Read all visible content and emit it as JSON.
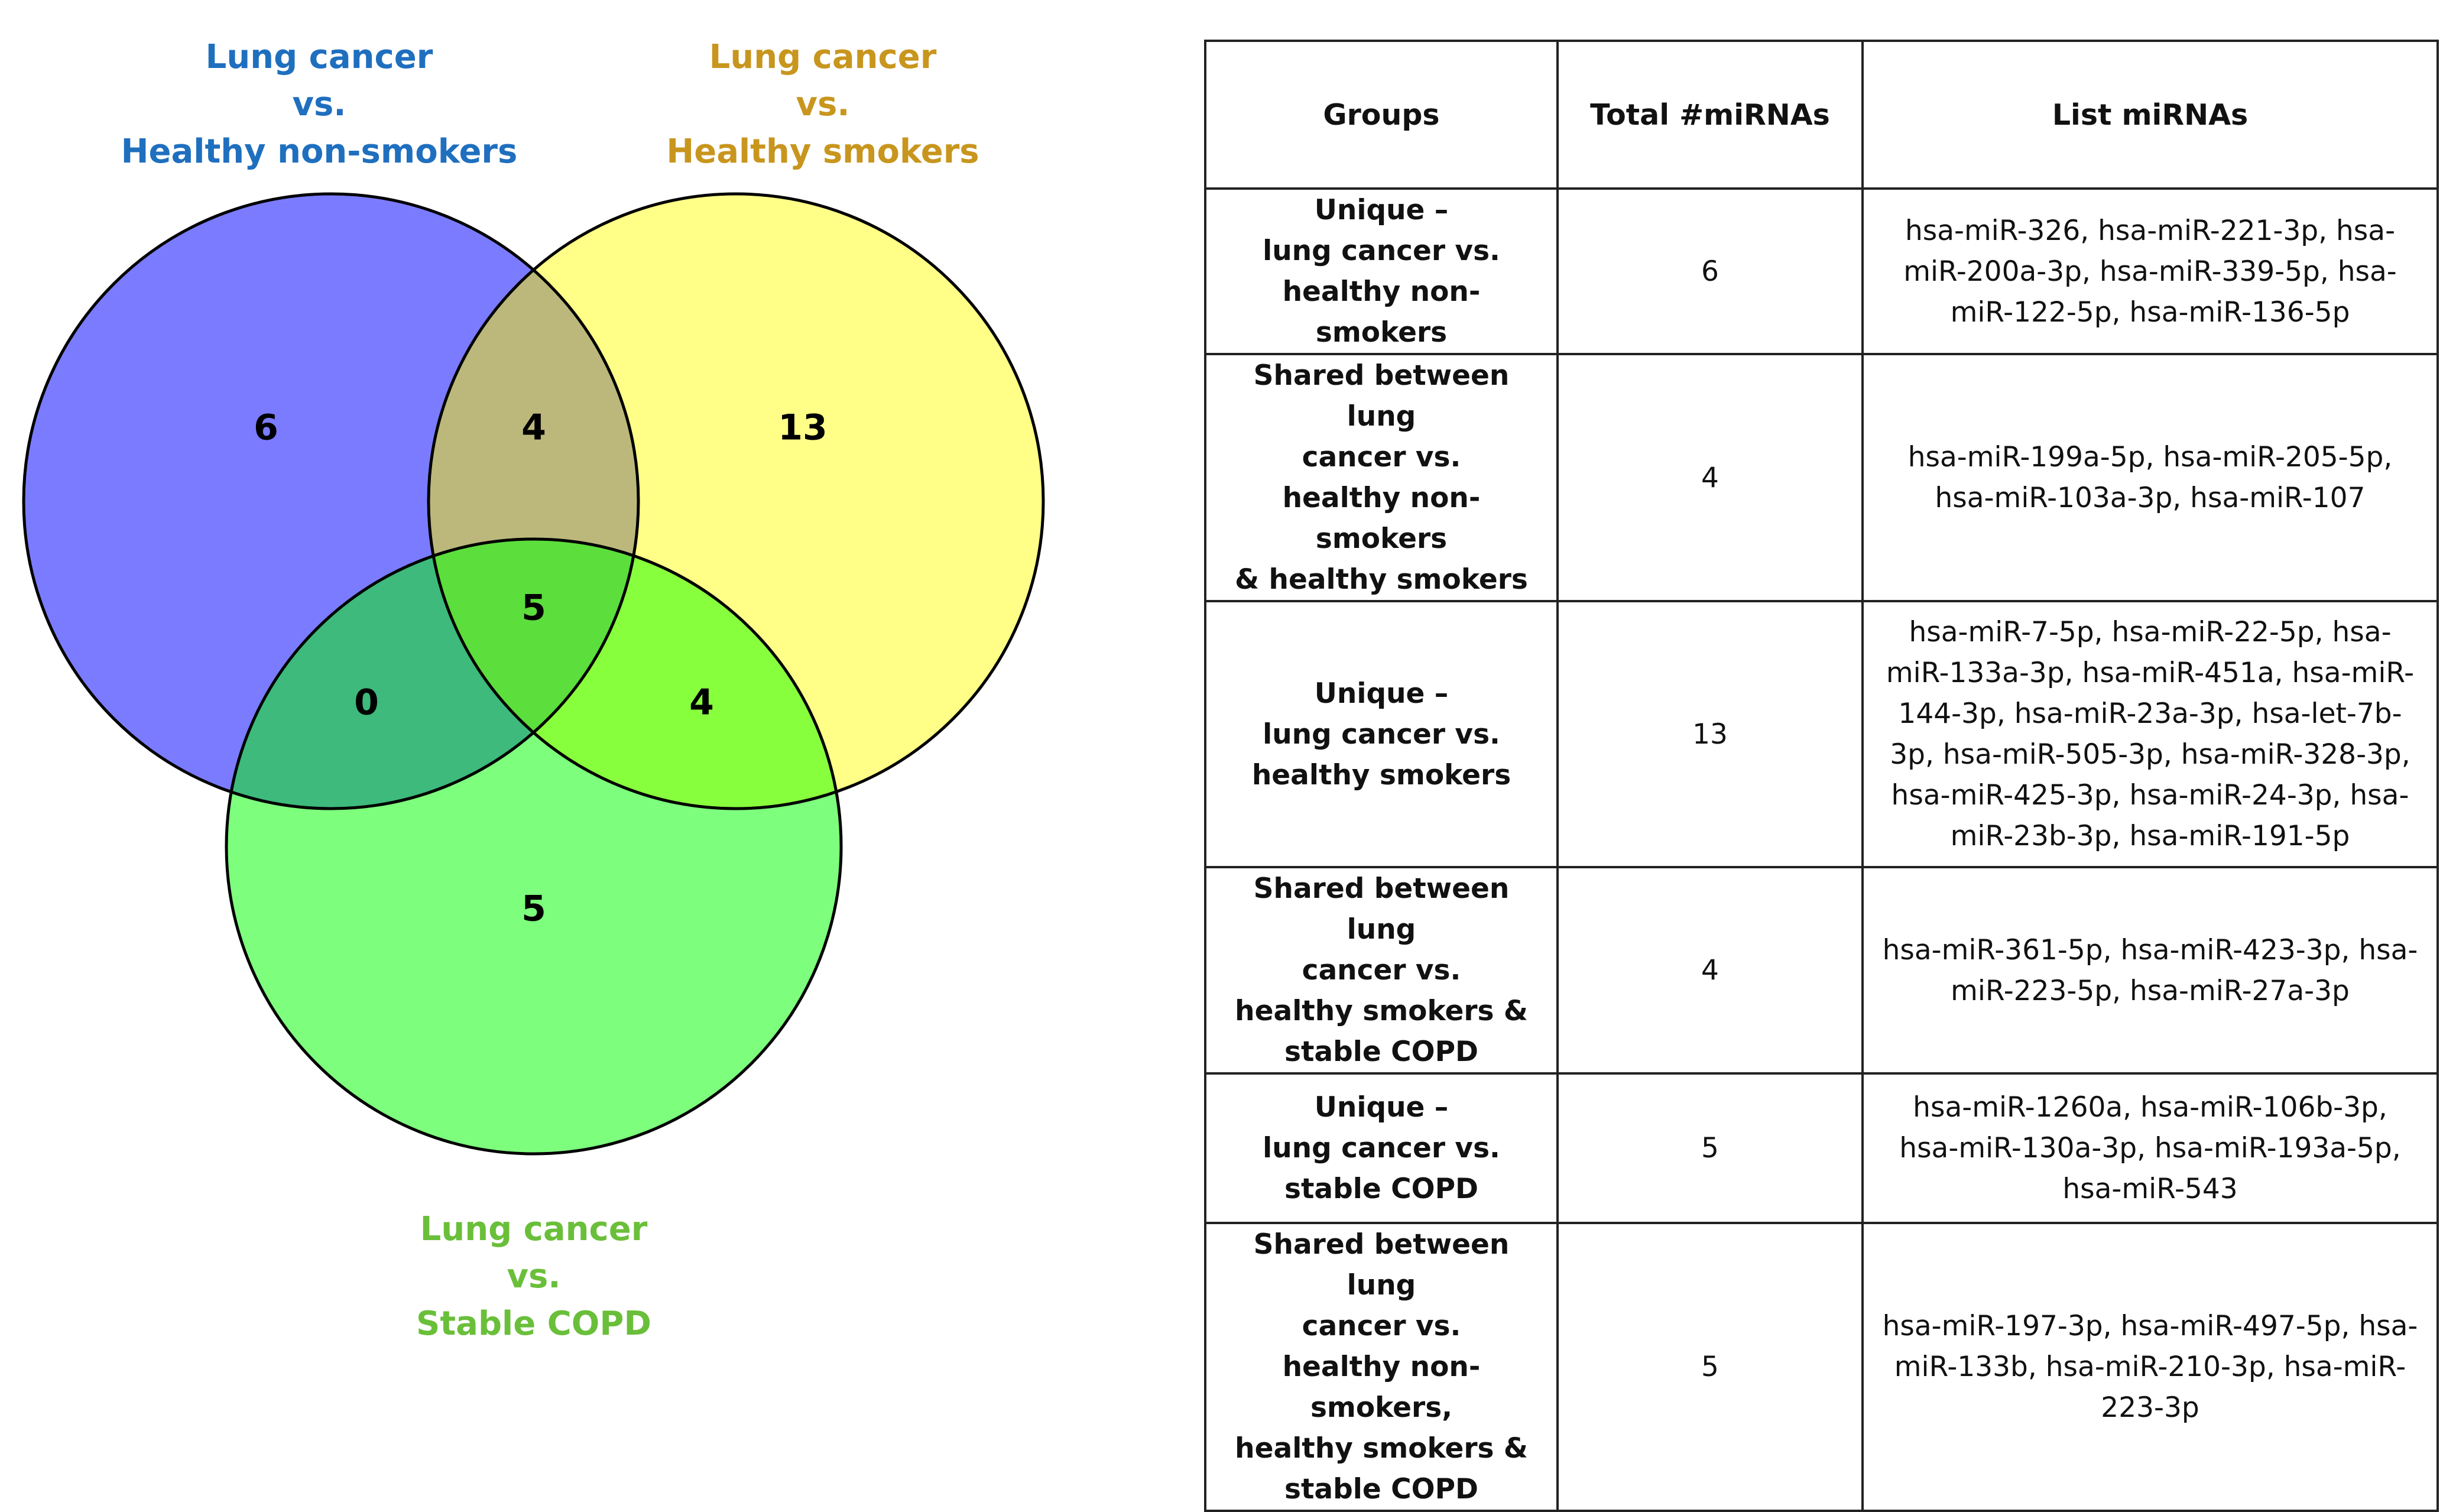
{
  "venn": {
    "sets": [
      {
        "id": "A",
        "label_lines": [
          "Lung cancer",
          "vs.",
          "Healthy non-smokers"
        ],
        "color": "#7b7bff",
        "label_color": "#1f6fbf"
      },
      {
        "id": "B",
        "label_lines": [
          "Lung cancer",
          "vs.",
          "Healthy smokers"
        ],
        "color": "#ffff88",
        "label_color": "#c8961e"
      },
      {
        "id": "C",
        "label_lines": [
          "Lung cancer",
          "vs.",
          "Stable COPD"
        ],
        "color": "#7dff7d",
        "label_color": "#6abf3a"
      }
    ],
    "regions": {
      "A_only": "6",
      "B_only": "13",
      "C_only": "5",
      "AB": "4",
      "AC": "0",
      "BC": "4",
      "ABC": "5"
    },
    "region_colors": {
      "AB": "#bcb87c",
      "AC": "#3dba7c",
      "BC": "#88ff3d",
      "ABC": "#5cde3c"
    }
  },
  "table": {
    "headers": [
      "Groups",
      "Total #miRNAs",
      "List miRNAs"
    ],
    "rows": [
      {
        "group": [
          "Unique –",
          "lung cancer vs.",
          "healthy non-smokers"
        ],
        "total": "6",
        "list": [
          "hsa-miR-326, hsa-miR-221-3p, hsa-",
          "miR-200a-3p, hsa-miR-339-5p, hsa-",
          "miR-122-5p, hsa-miR-136-5p"
        ]
      },
      {
        "group": [
          "Shared between lung",
          "cancer vs.",
          "healthy non-smokers",
          "& healthy smokers"
        ],
        "total": "4",
        "list": [
          "hsa-miR-199a-5p, hsa-miR-205-5p,",
          "hsa-miR-103a-3p, hsa-miR-107"
        ]
      },
      {
        "group": [
          "Unique –",
          "lung cancer vs.",
          "healthy smokers"
        ],
        "total": "13",
        "list": [
          "hsa-miR-7-5p, hsa-miR-22-5p, hsa-",
          "miR-133a-3p, hsa-miR-451a, hsa-miR-",
          "144-3p, hsa-miR-23a-3p, hsa-let-7b-",
          "3p, hsa-miR-505-3p, hsa-miR-328-3p,",
          "hsa-miR-425-3p, hsa-miR-24-3p, hsa-",
          "miR-23b-3p, hsa-miR-191-5p"
        ]
      },
      {
        "group": [
          "Shared between lung",
          "cancer vs.",
          "healthy smokers &",
          "stable COPD"
        ],
        "total": "4",
        "list": [
          "hsa-miR-361-5p, hsa-miR-423-3p, hsa-",
          "miR-223-5p, hsa-miR-27a-3p"
        ]
      },
      {
        "group": [
          "Unique –",
          "lung cancer vs.",
          "stable COPD"
        ],
        "total": "5",
        "list": [
          "hsa-miR-1260a, hsa-miR-106b-3p,",
          "hsa-miR-130a-3p, hsa-miR-193a-5p,",
          "hsa-miR-543"
        ]
      },
      {
        "group": [
          "Shared between lung",
          "cancer vs.",
          "healthy non-smokers,",
          "healthy smokers &",
          "stable COPD"
        ],
        "total": "5",
        "list": [
          "hsa-miR-197-3p, hsa-miR-497-5p, hsa-",
          "miR-133b, hsa-miR-210-3p, hsa-miR-",
          "223-3p"
        ]
      }
    ]
  }
}
